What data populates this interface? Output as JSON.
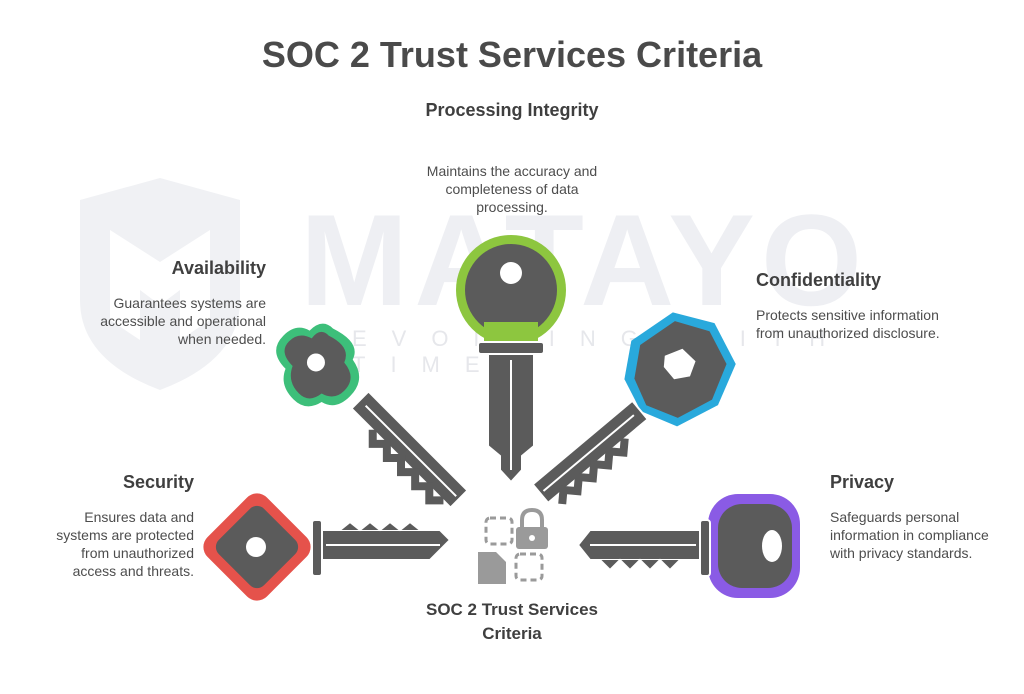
{
  "title": "SOC 2 Trust Services Criteria",
  "watermark": {
    "word": "MATAYO",
    "tagline": "EVOLVING WITH TIME"
  },
  "center_label": "SOC 2 Trust Services Criteria",
  "criteria": {
    "processing_integrity": {
      "title": "Processing Integrity",
      "description": "Maintains the accuracy and completeness of data processing.",
      "color": "#8dc63f"
    },
    "availability": {
      "title": "Availability",
      "description": "Guarantees systems are accessible and operational when needed.",
      "color": "#3dbf7a"
    },
    "confidentiality": {
      "title": "Confidentiality",
      "description": "Protects sensitive information from unauthorized disclosure.",
      "color": "#29a9dc"
    },
    "security": {
      "title": "Security",
      "description": "Ensures data and systems are protected from unauthorized access and threats.",
      "color": "#e5524b"
    },
    "privacy": {
      "title": "Privacy",
      "description": "Safeguards personal information in compliance with privacy standards.",
      "color": "#8a5be5"
    }
  },
  "colors": {
    "key_body": "#5b5b5b",
    "key_edge": "#ffffff",
    "center_icon": "#9a9a9a",
    "watermark": "#eeeff3"
  }
}
